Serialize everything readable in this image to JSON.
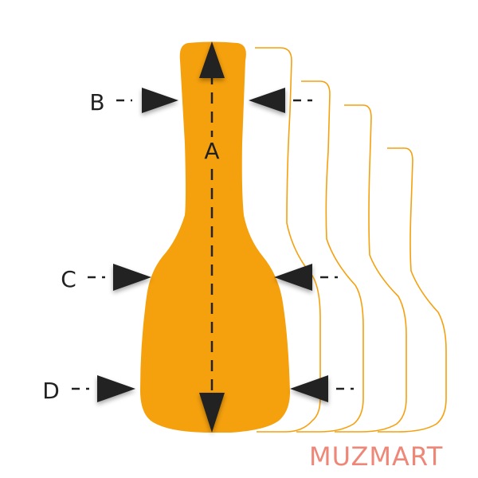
{
  "dimensions": {
    "a": "A",
    "b": "B",
    "c": "C",
    "d": "D"
  },
  "watermark": {
    "text": "MUZMART"
  },
  "colors": {
    "case_fill": "#F5A00D",
    "outline_stroke": "#F5A00D",
    "arrow": "#222222",
    "watermark": "#EE8777"
  },
  "icons": {
    "case": "guitar-case-silhouette",
    "arrows": "dimension-arrow"
  }
}
